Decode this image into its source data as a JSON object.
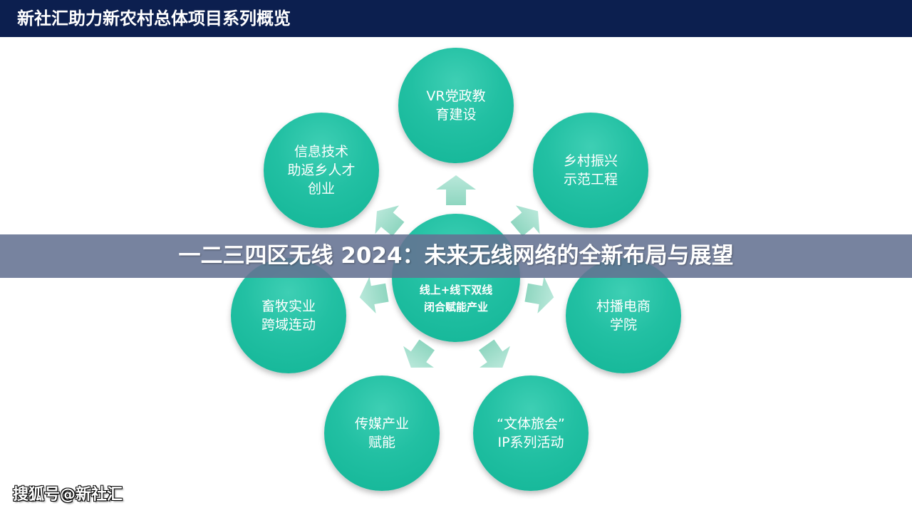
{
  "header": {
    "title": "新社汇助力新农村总体项目系列概览"
  },
  "diagram": {
    "center": {
      "label": "线上+线下双线\n闭合赋能产业"
    },
    "nodes": [
      {
        "position": "top",
        "label": "VR党政教\n育建设"
      },
      {
        "position": "top-right",
        "label": "乡村振兴\n示范工程"
      },
      {
        "position": "right",
        "label": "村播电商\n学院"
      },
      {
        "position": "bottom-right",
        "label": "“文体旅会”\nIP系列活动"
      },
      {
        "position": "bottom-left",
        "label": "传媒产业\n赋能"
      },
      {
        "position": "left",
        "label": "畜牧实业\n跨域连动"
      },
      {
        "position": "top-left",
        "label": "信息技术\n助返乡人才\n创业"
      }
    ],
    "colors": {
      "circle": "#1fbfa1",
      "arrow": "#a8e0cf",
      "header_bg": "#0c1f4f"
    }
  },
  "overlay": {
    "headline": "一二三四区无线 2024：未来无线网络的全新布局与展望"
  },
  "watermark": {
    "text": "搜狐号@新社汇"
  }
}
